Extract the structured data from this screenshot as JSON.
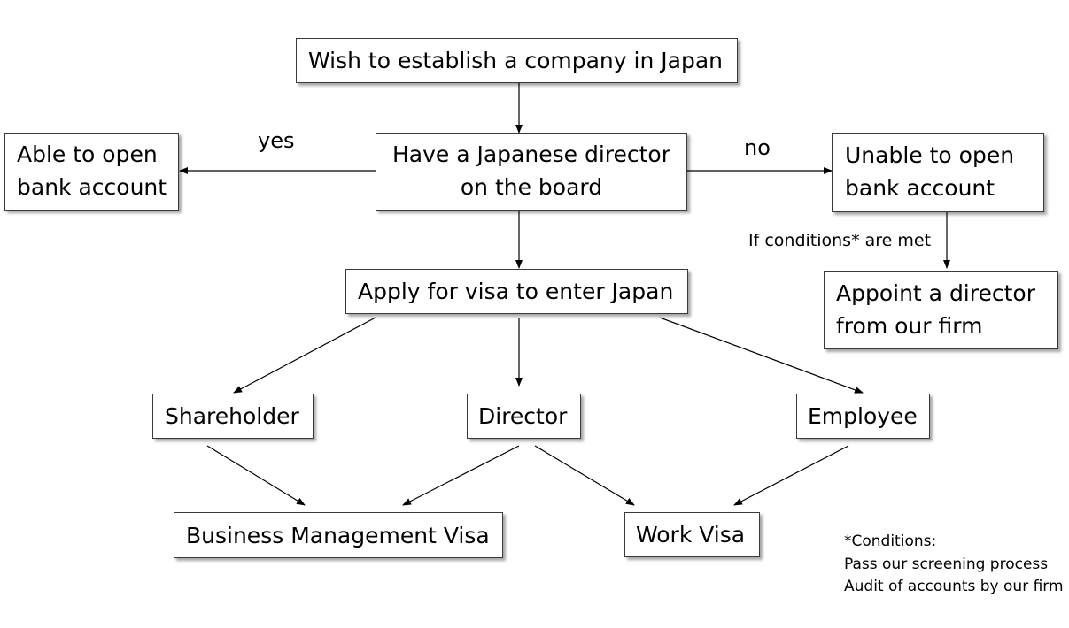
{
  "nodes": {
    "wish": "Wish to establish a company in Japan",
    "japanese_director": [
      "Have a Japanese director",
      "on the board"
    ],
    "able": [
      "Able to open",
      "bank account"
    ],
    "unable": [
      "Unable to open",
      "bank account"
    ],
    "apply_visa": "Apply for visa to enter Japan",
    "appoint": [
      "Appoint a director",
      "from our firm"
    ],
    "shareholder": "Shareholder",
    "director": "Director",
    "employee": "Employee",
    "business_visa": "Business Management Visa",
    "work_visa": "Work Visa"
  },
  "edge_labels": {
    "yes": "yes",
    "no": "no",
    "conditions_met": "If conditions* are met"
  },
  "note": {
    "title": "*Conditions:",
    "items": [
      "Pass our screening process",
      "Audit of accounts by our firm"
    ]
  }
}
